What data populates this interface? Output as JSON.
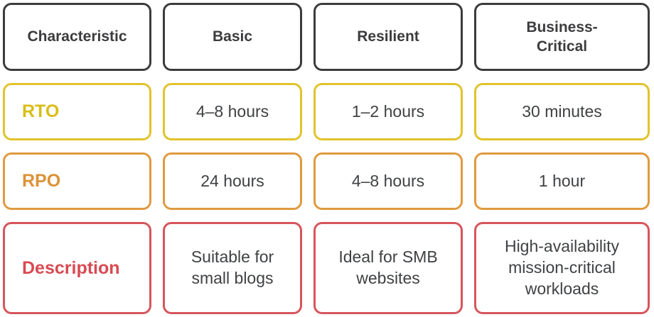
{
  "colors": {
    "dark": "#3c3c3e",
    "yellow-border": "#e2c32b",
    "yellow-text": "#d9bd17",
    "orange-border": "#df9a3f",
    "orange-text": "#dd9136",
    "red-border": "#d6555c",
    "red-text": "#d84a52",
    "body-text": "#3f4143",
    "bg": "#ffffff"
  },
  "table": {
    "headers": [
      "Characteristic",
      "Basic",
      "Resilient",
      "Business-\nCritical"
    ],
    "rows": [
      {
        "label": "RTO",
        "accent": "yellow",
        "values": [
          "4–8 hours",
          "1–2 hours",
          "30 minutes"
        ]
      },
      {
        "label": "RPO",
        "accent": "orange",
        "values": [
          "24 hours",
          "4–8 hours",
          "1 hour"
        ]
      },
      {
        "label": "Description",
        "accent": "red",
        "values": [
          "Suitable for\nsmall blogs",
          "Ideal for SMB\nwebsites",
          "High-availability\nmission-critical\nworkloads"
        ]
      }
    ]
  }
}
